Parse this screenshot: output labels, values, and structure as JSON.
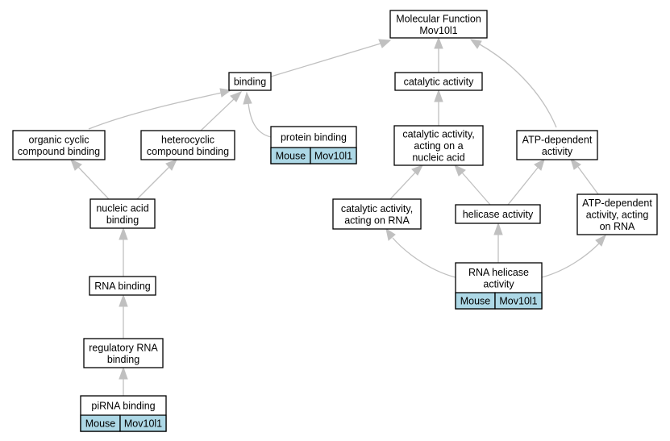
{
  "colors": {
    "edge": "#c0c0c0",
    "annotation_fill": "#add8e6",
    "node_border": "#000000"
  },
  "nodes": {
    "molecular_function": {
      "lines": [
        "Molecular Function",
        "Mov10l1"
      ]
    },
    "binding": {
      "lines": [
        "binding"
      ]
    },
    "catalytic_activity": {
      "lines": [
        "catalytic activity"
      ]
    },
    "organic_cyclic": {
      "lines": [
        "organic cyclic",
        "compound binding"
      ]
    },
    "heterocyclic": {
      "lines": [
        "heterocyclic",
        "compound binding"
      ]
    },
    "protein_binding": {
      "lines": [
        "protein binding"
      ],
      "annotation": [
        "Mouse",
        "Mov10l1"
      ]
    },
    "catalytic_nucleic": {
      "lines": [
        "catalytic activity,",
        "acting on a",
        "nucleic acid"
      ]
    },
    "atp_dependent": {
      "lines": [
        "ATP-dependent",
        "activity"
      ]
    },
    "nucleic_acid_binding": {
      "lines": [
        "nucleic acid",
        "binding"
      ]
    },
    "catalytic_rna": {
      "lines": [
        "catalytic activity,",
        "acting on RNA"
      ]
    },
    "helicase": {
      "lines": [
        "helicase activity"
      ]
    },
    "atp_dependent_rna": {
      "lines": [
        "ATP-dependent",
        "activity, acting",
        "on RNA"
      ]
    },
    "rna_binding": {
      "lines": [
        "RNA binding"
      ]
    },
    "rna_helicase": {
      "lines": [
        "RNA helicase",
        "activity"
      ],
      "annotation": [
        "Mouse",
        "Mov10l1"
      ]
    },
    "regulatory_rna": {
      "lines": [
        "regulatory RNA",
        "binding"
      ]
    },
    "pirna_binding": {
      "lines": [
        "piRNA binding"
      ],
      "annotation": [
        "Mouse",
        "Mov10l1"
      ]
    }
  }
}
